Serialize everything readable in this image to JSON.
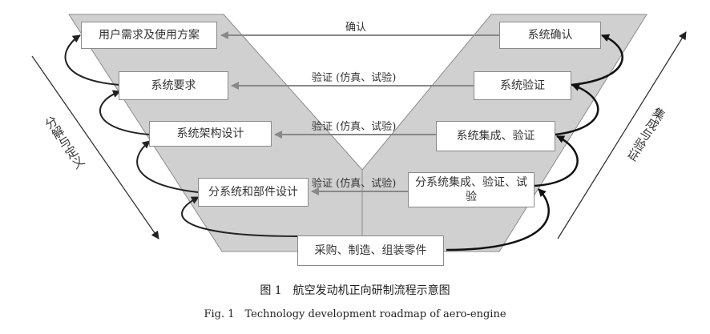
{
  "boxes": {
    "user_needs": "用户需求及使用方案",
    "sys_req": "系统要求",
    "sys_arch": "系统架构设计",
    "subsystem_design": "分系统和部件设计",
    "manufacture": "采购、制造、组装零件",
    "subsystem_verify": "分系统集成、验证、试验",
    "sys_integration": "系统集成、验证",
    "sys_verify": "系统验证",
    "sys_confirm": "系统确认"
  },
  "links": {
    "confirm": "确认",
    "verify_1": "验证 (仿真、试验)",
    "verify_2": "验证 (仿真、试验)",
    "verify_3": "验证 (仿真、试验)"
  },
  "side_labels": {
    "left": "分解与定义",
    "right": "集成与验证"
  },
  "caption": {
    "cn": "图 1　航空发动机正向研制流程示意图",
    "en": "Fig. 1　Technology development roadmap of aero-engine"
  },
  "colors": {
    "band": "#d0d0d0",
    "band_edge": "#8c8c8c",
    "arrow_gray": "#888888",
    "arrow_black": "#111111"
  }
}
